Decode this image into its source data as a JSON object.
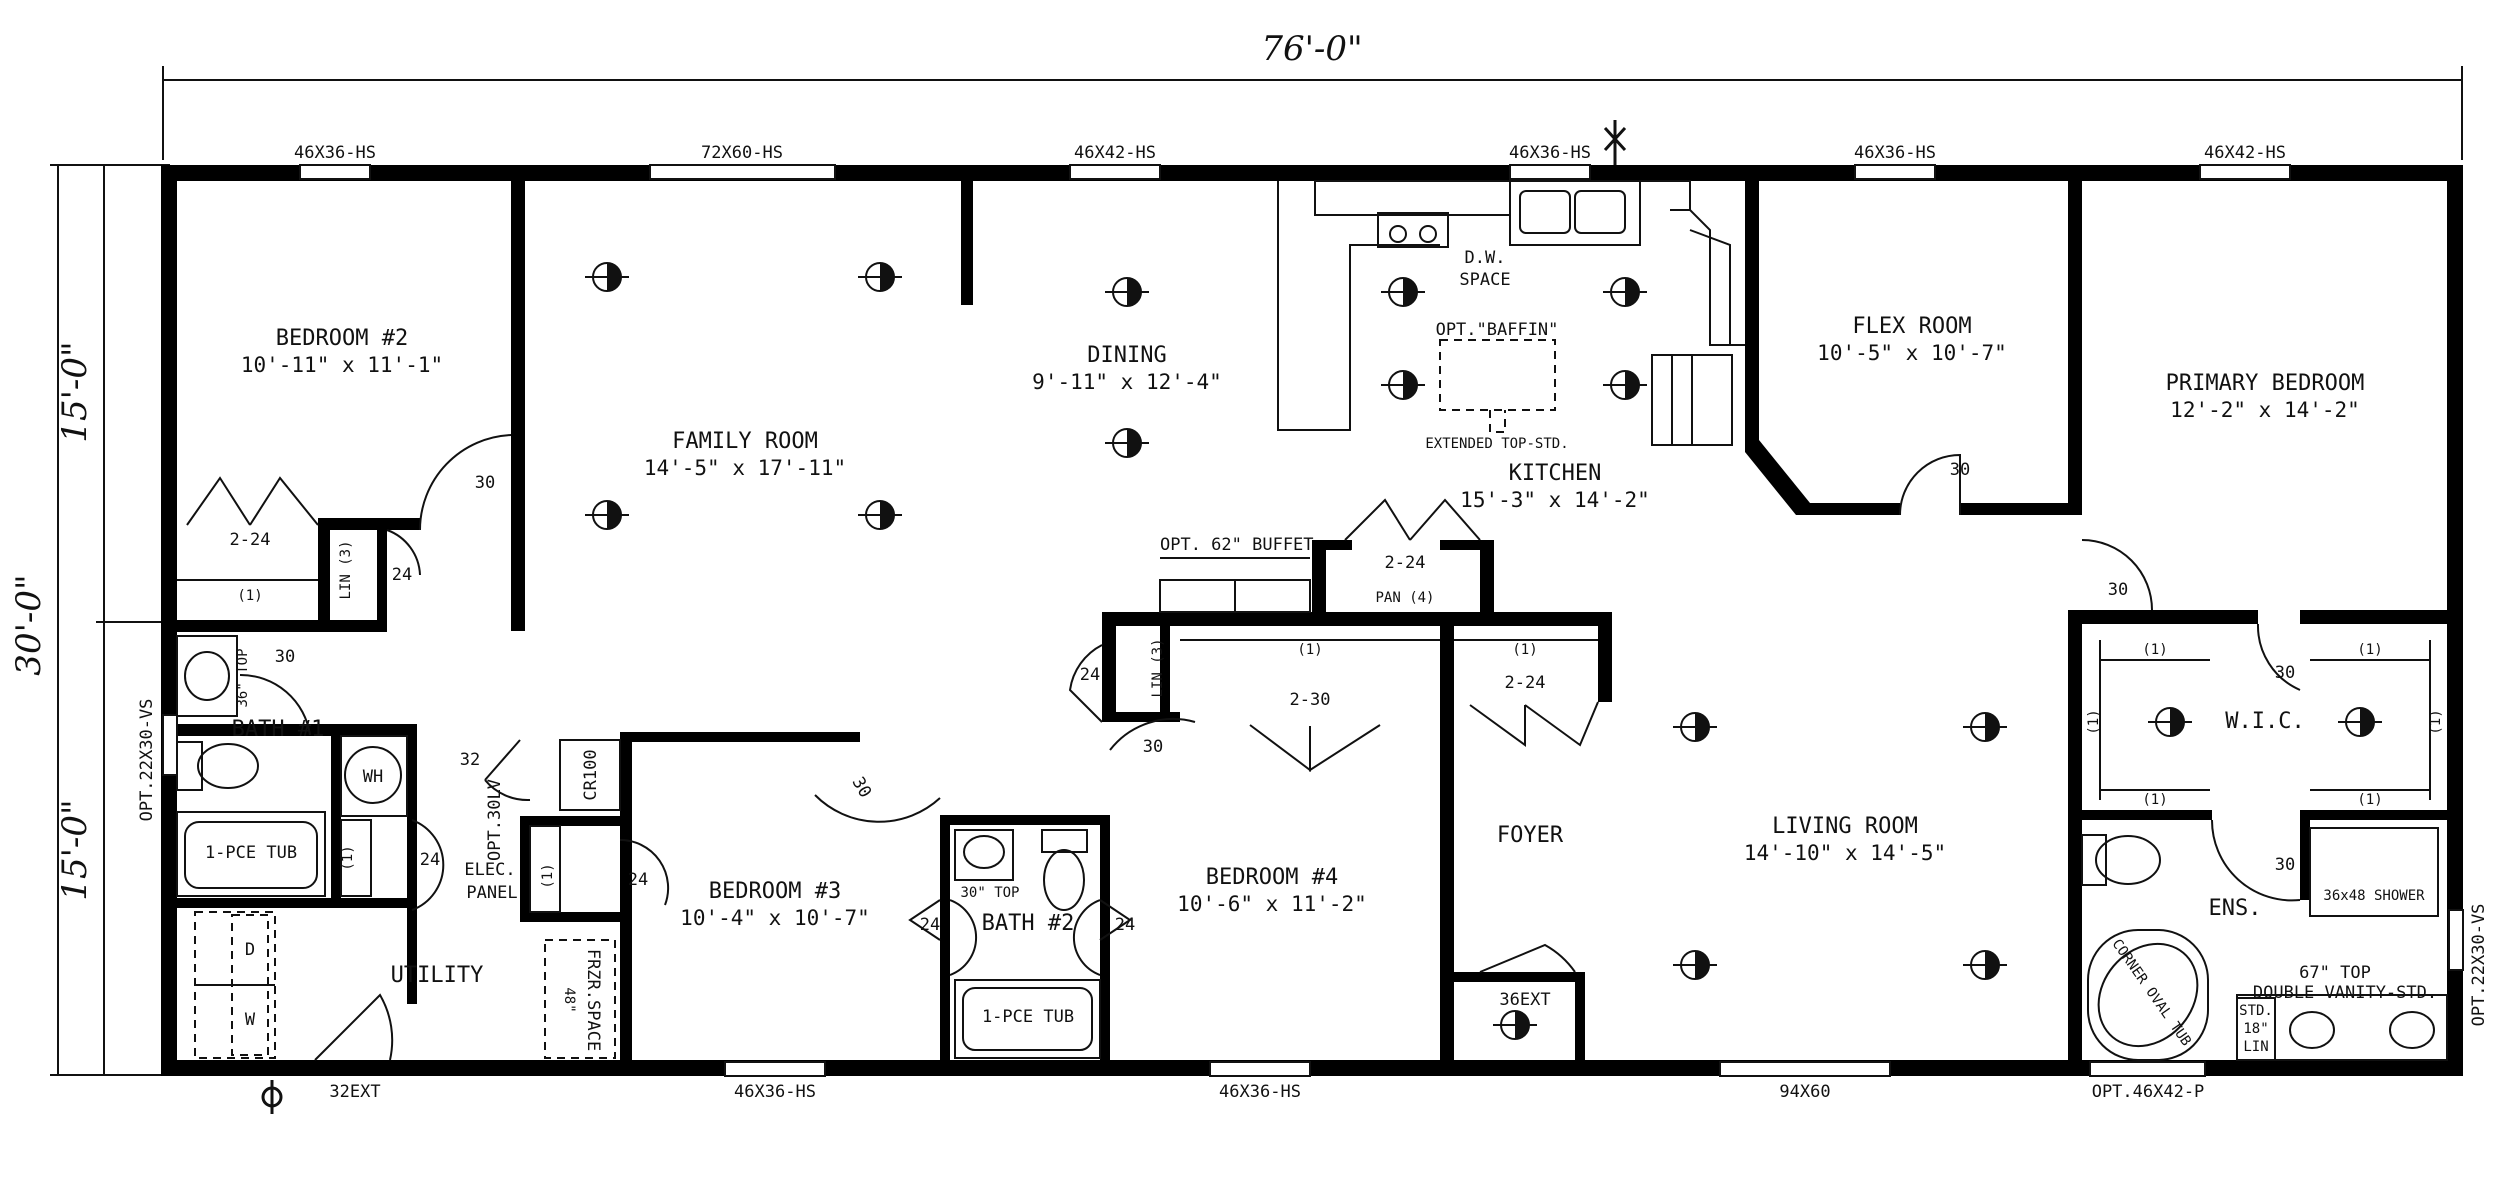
{
  "overall_dims": {
    "width": "76'-0\"",
    "depth": "30'-0\"",
    "upper_half": "15'-0\"",
    "lower_half": "15'-0\""
  },
  "rooms": {
    "bedroom2": {
      "name": "BEDROOM #2",
      "size": "10'-11\" x 11'-1\""
    },
    "family_room": {
      "name": "FAMILY ROOM",
      "size": "14'-5\" x 17'-11\""
    },
    "dining": {
      "name": "DINING",
      "size": "9'-11\" x 12'-4\""
    },
    "kitchen": {
      "name": "KITCHEN",
      "size": "15'-3\" x 14'-2\""
    },
    "flex_room": {
      "name": "FLEX ROOM",
      "size": "10'-5\" x 10'-7\""
    },
    "primary_bedroom": {
      "name": "PRIMARY BEDROOM",
      "size": "12'-2\" x 14'-2\""
    },
    "bath1": {
      "name": "BATH #1"
    },
    "bedroom3": {
      "name": "BEDROOM #3",
      "size": "10'-4\" x 10'-7\""
    },
    "bath2": {
      "name": "BATH #2"
    },
    "bedroom4": {
      "name": "BEDROOM #4",
      "size": "10'-6\" x 11'-2\""
    },
    "foyer": {
      "name": "FOYER"
    },
    "living_room": {
      "name": "LIVING ROOM",
      "size": "14'-10\" x 14'-5\""
    },
    "wic": {
      "name": "W.I.C."
    },
    "ens": {
      "name": "ENS."
    },
    "utility": {
      "name": "UTILITY"
    }
  },
  "windows": {
    "top": [
      "46X36-HS",
      "72X60-HS",
      "46X42-HS",
      "46X36-HS",
      "46X36-HS",
      "46X42-HS"
    ],
    "bottom": [
      "46X36-HS",
      "46X36-HS",
      "94X60",
      "OPT.46X42-P"
    ],
    "left": "OPT.22X30-VS",
    "right": "OPT.22X30-VS"
  },
  "doors": {
    "ext_utility": "32EXT",
    "ext_foyer": "36EXT",
    "swings": [
      "30",
      "30",
      "24",
      "32",
      "24",
      "24",
      "30",
      "30",
      "24",
      "24",
      "24",
      "30",
      "30",
      "30",
      "30"
    ]
  },
  "closets": {
    "bed2_closet": "2-24",
    "lin3_a": "LIN (3)",
    "lin3_b": "LIN (3)",
    "pantry_doors": "2-24",
    "pantry": "PAN (4)",
    "bed4_closet": "2-30",
    "foyer_closet": "2-24",
    "shelf": "(1)"
  },
  "fixtures": {
    "dw_space": [
      "D.W.",
      "SPACE"
    ],
    "baffin": "OPT.\"BAFFIN\"",
    "extended_top": "EXTENDED TOP-STD.",
    "buffet": "OPT. 62\" BUFFET",
    "wh": "WH",
    "cr100": "CR100",
    "opt30lv": "OPT.30LV",
    "elec_panel": [
      "ELEC.",
      "PANEL"
    ],
    "tub1": "1-PCE TUB",
    "tub2": "1-PCE TUB",
    "top36": "36\" TOP",
    "top30": "30\" TOP",
    "frzr_space": [
      "48\"",
      "FRZR.SPACE"
    ],
    "washer": "W",
    "dryer": "D",
    "shower": "36x48 SHOWER",
    "corner_tub": "CORNER OVAL TUB",
    "vanity": [
      "67\" TOP",
      "DOUBLE VANITY-STD."
    ],
    "std_lin": [
      "STD.",
      "18\"",
      "LIN"
    ]
  }
}
